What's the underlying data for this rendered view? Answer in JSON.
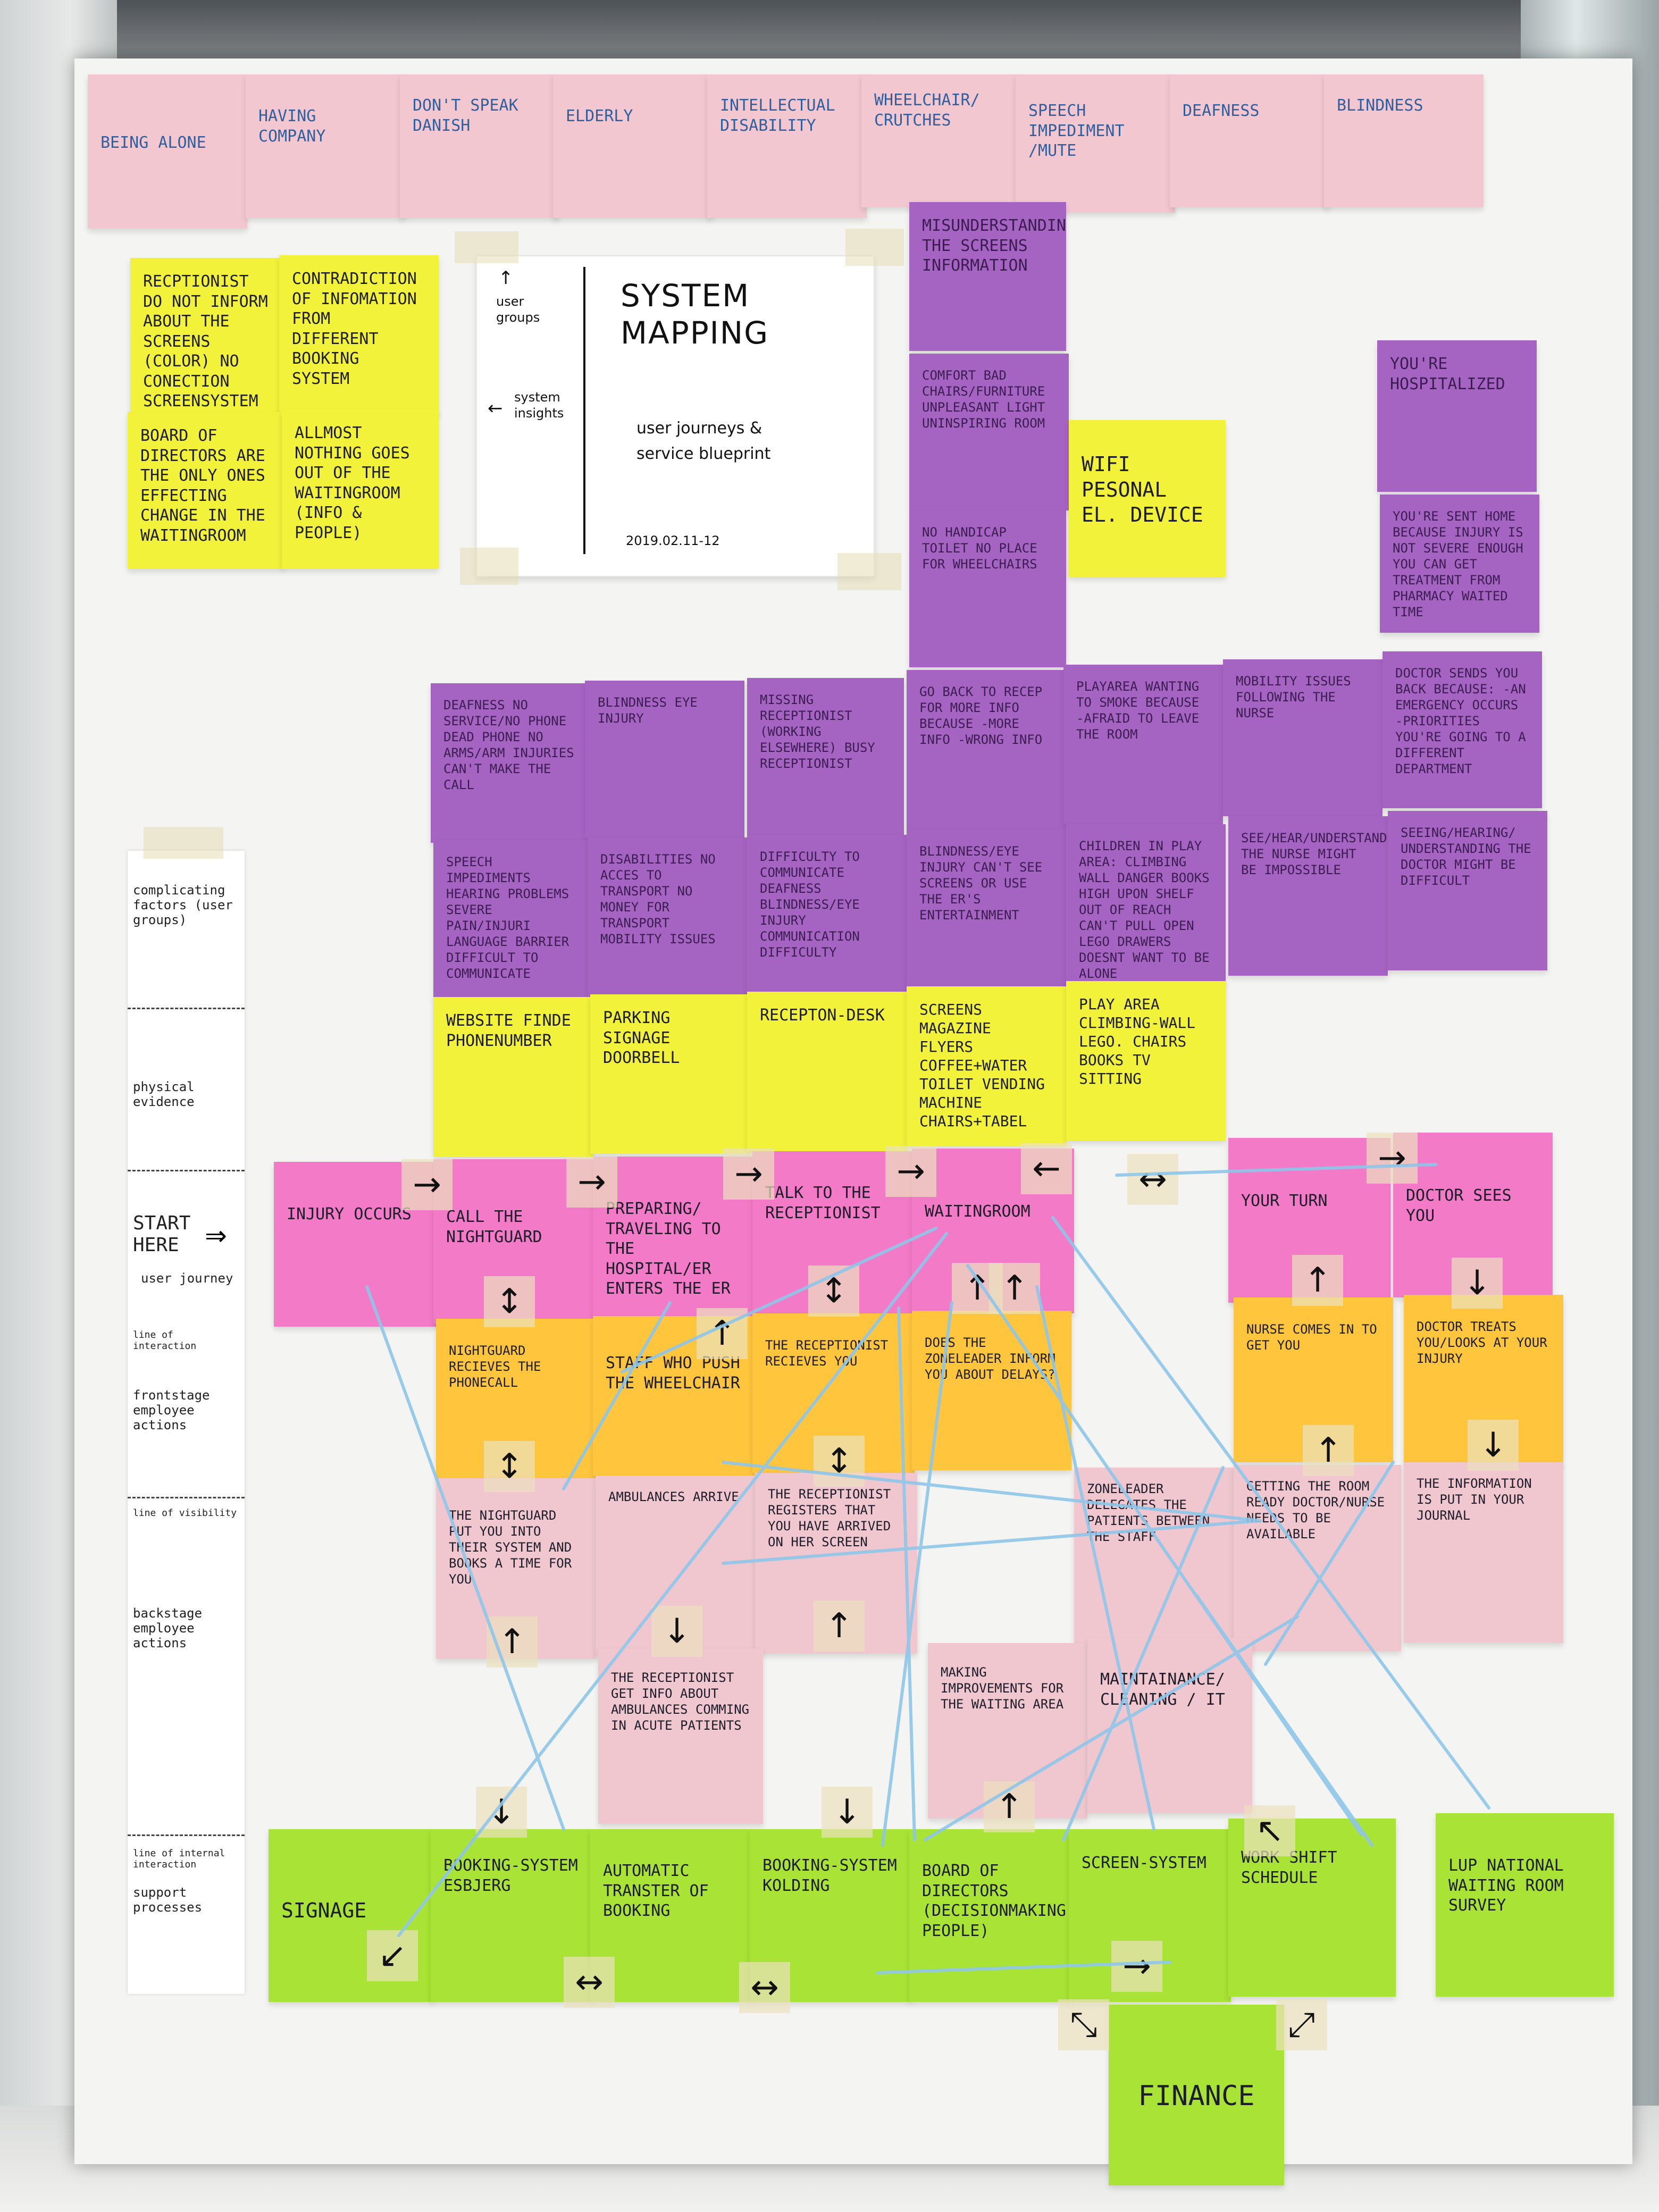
{
  "user_groups": [
    "BEING ALONE",
    "HAVING COMPANY",
    "DON'T SPEAK DANISH",
    "ELDERLY",
    "INTELLECTUAL DISABILITY",
    "WHEELCHAIR/ CRUTCHES",
    "SPEECH IMPEDIMENT /MUTE",
    "DEAFNESS",
    "BLINDNESS"
  ],
  "title_card": {
    "title": "SYSTEM MAPPING",
    "subtitle": "user journeys & service blueprint",
    "date": "2019.02.11-12",
    "user_groups_label": "user groups",
    "system_insights_label": "system insights"
  },
  "insights": [
    "RECPTIONIST DO NOT INFORM ABOUT THE SCREENS (COLOR) NO CONECTION SCREENSYSTEM > RECEPTIONIST",
    "CONTRADICTION OF INFOMATION FROM DIFFERENT BOOKING SYSTEM",
    "BOARD OF DIRECTORS ARE THE ONLY ONES EFFECTING CHANGE IN THE WAITINGROOM",
    "ALLMOST NOTHING GOES OUT OF THE WAITINGROOM (INFO & PEOPLE)"
  ],
  "purple_top": [
    "MISUNDERSTANDING THE SCREENS INFORMATION",
    "COMFORT BAD CHAIRS/FURNITURE UNPLEASANT LIGHT UNINSPIRING ROOM",
    "NO HANDICAP TOILET NO PLACE FOR WHEELCHAIRS",
    "YOU'RE HOSPITALIZED",
    "YOU'RE SENT HOME BECAUSE INJURY IS NOT SEVERE ENOUGH YOU CAN GET TREATMENT FROM PHARMACY WAITED TIME"
  ],
  "wifi_note": "WIFI PESONAL EL. DEVICE",
  "complicating_factors": [
    "DEAFNESS NO SERVICE/NO PHONE DEAD PHONE NO ARMS/ARM INJURIES CAN'T MAKE THE CALL",
    "BLINDNESS EYE INJURY",
    "MISSING RECEPTIONIST (WORKING ELSEWHERE) BUSY RECEPTIONIST",
    "GO BACK TO RECEP FOR MORE INFO BECAUSE -MORE INFO -WRONG INFO",
    "PLAYAREA WANTING TO SMOKE BECAUSE -AFRAID TO LEAVE THE ROOM",
    "MOBILITY ISSUES FOLLOWING THE NURSE",
    "DOCTOR SENDS YOU BACK BECAUSE: -AN EMERGENCY OCCURS -PRIORITIES YOU'RE GOING TO A DIFFERENT DEPARTMENT",
    "SPEECH IMPEDIMENTS HEARING PROBLEMS SEVERE PAIN/INJURI LANGUAGE BARRIER DIFFICULT TO COMMUNICATE",
    "DISABILITIES NO ACCES TO TRANSPORT NO MONEY FOR TRANSPORT MOBILITY ISSUES",
    "DIFFICULTY TO COMMUNICATE DEAFNESS BLINDNESS/EYE INJURY COMMUNICATION DIFFICULTY",
    "BLINDNESS/EYE INJURY CAN'T SEE SCREENS OR USE THE ER'S ENTERTAINMENT",
    "CHILDREN IN PLAY AREA: CLIMBING WALL DANGER BOOKS HIGH UPON SHELF OUT OF REACH CAN'T PULL OPEN LEGO DRAWERS DOESNT WANT TO BE ALONE",
    "SEE/HEAR/UNDERSTAND THE NURSE MIGHT BE IMPOSSIBLE",
    "SEEING/HEARING/ UNDERSTANDING THE DOCTOR MIGHT BE DIFFICULT"
  ],
  "physical_evidence": [
    "WEBSITE FINDE PHONENUMBER",
    "PARKING SIGNAGE DOORBELL",
    "RECEPTON-DESK",
    "SCREENS MAGAZINE FLYERS COFFEE+WATER TOILET VENDING MACHINE CHAIRS+TABEL",
    "PLAY AREA CLIMBING-WALL LEGO. CHAIRS BOOKS TV SITTING"
  ],
  "user_journey": [
    "INJURY OCCURS",
    "CALL THE NIGHTGUARD",
    "PREPARING/ TRAVELING TO THE HOSPITAL/ER ENTERS THE ER",
    "TALK TO THE RECEPTIONIST",
    "WAITINGROOM",
    "YOUR TURN",
    "DOCTOR SEES YOU"
  ],
  "frontstage": [
    "NIGHTGUARD RECIEVES THE PHONECALL",
    "STAFF WHO PUSH THE WHEELCHAIR",
    "THE RECEPTIONIST RECIEVES YOU",
    "DOES THE ZONELEADER INFORM YOU ABOUT DELAYS?",
    "NURSE COMES IN TO GET YOU",
    "DOCTOR TREATS YOU/LOOKS AT YOUR INJURY"
  ],
  "backstage": [
    "THE NIGHTGUARD PUT YOU INTO THEIR SYSTEM AND BOOKS A TIME FOR YOU",
    "AMBULANCES ARRIVE",
    "THE RECEPTIONIST REGISTERS THAT YOU HAVE ARRIVED ON HER SCREEN",
    "ZONELEADER DELEGATES THE PATIENTS BETWEEN THE STAFF",
    "GETTING THE ROOM READY DOCTOR/NURSE NEEDS TO BE AVAILABLE",
    "THE INFORMATION IS PUT IN YOUR JOURNAL",
    "THE RECEPTIONIST GET INFO ABOUT AMBULANCES COMMING IN ACUTE PATIENTS",
    "MAKING IMPROVEMENTS FOR THE WAITING AREA",
    "MAINTAINANCE/ CLEANING / IT"
  ],
  "support": [
    "SIGNAGE",
    "BOOKING-SYSTEM ESBJERG",
    "AUTOMATIC TRANSTER OF BOOKING",
    "BOOKING-SYSTEM KOLDING",
    "BOARD OF DIRECTORS (DECISIONMAKING PEOPLE)",
    "SCREEN-SYSTEM",
    "WORK SHIFT SCHEDULE",
    "LUP NATIONAL WAITING ROOM SURVEY"
  ],
  "finance": "FINANCE",
  "lanes": {
    "complicating": "complicating factors (user groups)",
    "physical": "physical evidence",
    "start": "START HERE",
    "user_journey": "user journey",
    "line_interaction": "line of interaction",
    "frontstage": "frontstage employee actions",
    "line_visibility": "line of visibility",
    "backstage": "backstage employee actions",
    "line_internal": "line of internal interaction",
    "support": "support processes"
  },
  "colors": {
    "yarn": "#8fc6ea",
    "magenta": "#f37ac6",
    "orange": "#ffc53d",
    "lime": "#a8e335",
    "purple": "#a664c2",
    "yellow": "#f2f23a"
  }
}
